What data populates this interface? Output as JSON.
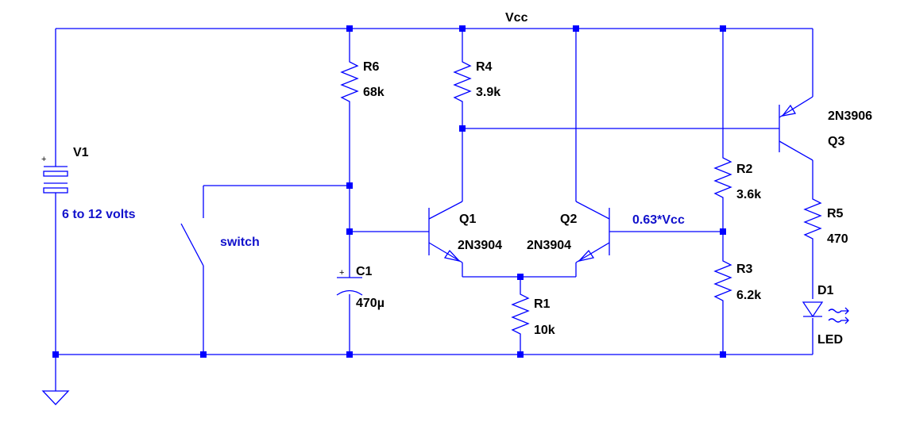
{
  "net_labels": {
    "vcc": "Vcc",
    "ref": "0.63*Vcc"
  },
  "battery": {
    "ref": "V1",
    "value": "6 to 12 volts",
    "plus": "+"
  },
  "switch": {
    "label": "switch"
  },
  "capacitor": {
    "ref": "C1",
    "value": "470µ",
    "plus": "+"
  },
  "resistors": {
    "r1": {
      "ref": "R1",
      "value": "10k"
    },
    "r2": {
      "ref": "R2",
      "value": "3.6k"
    },
    "r3": {
      "ref": "R3",
      "value": "6.2k"
    },
    "r4": {
      "ref": "R4",
      "value": "3.9k"
    },
    "r5": {
      "ref": "R5",
      "value": "470"
    },
    "r6": {
      "ref": "R6",
      "value": "68k"
    }
  },
  "transistors": {
    "q1": {
      "ref": "Q1",
      "model": "2N3904"
    },
    "q2": {
      "ref": "Q2",
      "model": "2N3904"
    },
    "q3": {
      "ref": "Q3",
      "model": "2N3906"
    }
  },
  "led": {
    "ref": "D1",
    "label": "LED"
  },
  "colors": {
    "wire": "#0000ff",
    "text": "#000000",
    "annotation": "#1111cc",
    "background": "#ffffff"
  }
}
